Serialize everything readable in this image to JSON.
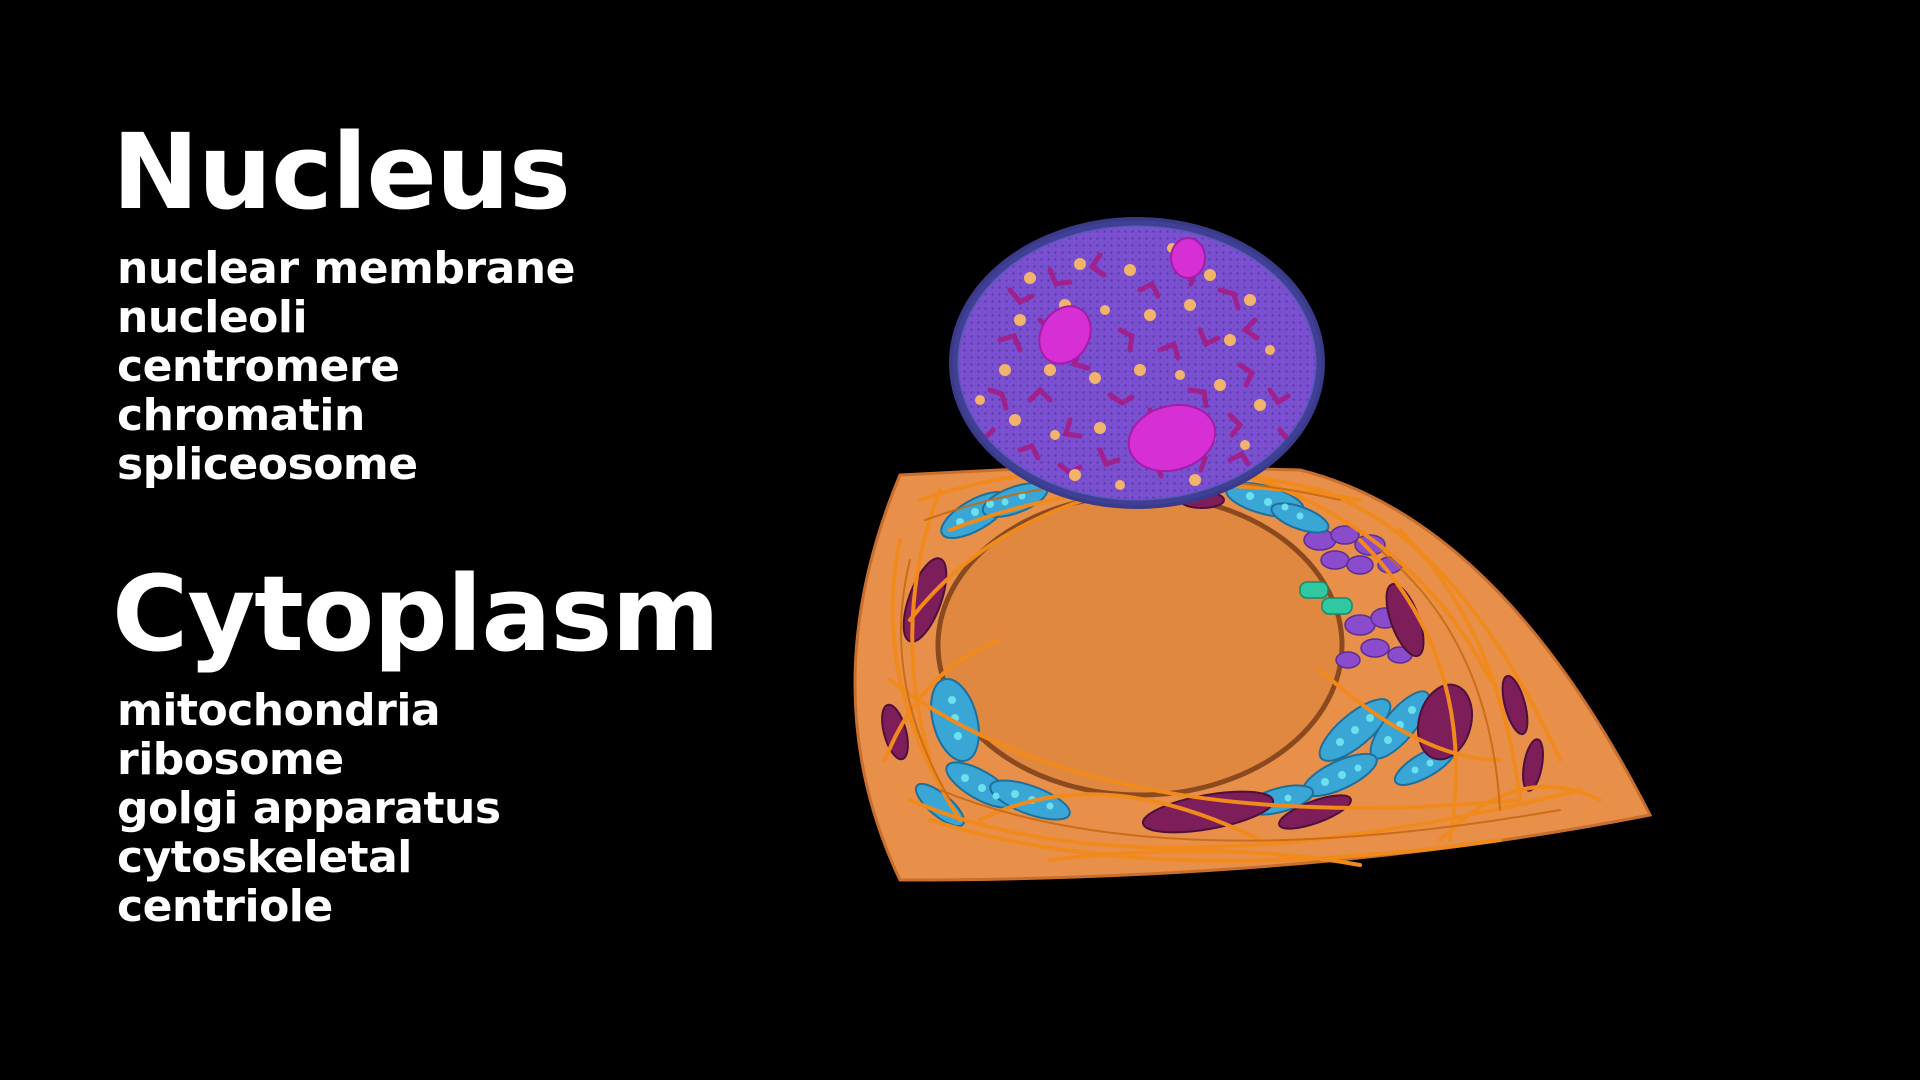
{
  "nucleus": {
    "heading": "Nucleus",
    "items": [
      "nuclear membrane",
      "nucleoli",
      "centromere",
      "chromatin",
      "spliceosome"
    ]
  },
  "cytoplasm": {
    "heading": "Cytoplasm",
    "items": [
      "mitochondria",
      "ribosome",
      "golgi apparatus",
      "cytoskeletal",
      "centriole"
    ]
  },
  "colors": {
    "background": "#000000",
    "text": "#ffffff",
    "cytoplasm": "#e8904a",
    "cytoskeleton": "#f08a1c",
    "nucleus_fill": "#7a4fd0",
    "nucleus_rim": "#4f4fb0",
    "nucleoli": "#d62fd6",
    "chromatin": "#a0208c",
    "spliceosome_dots": "#f2b46a",
    "mitochondria": "#7d1e5a",
    "er_ribosome": "#3aa6d6",
    "golgi": "#8a4ccc",
    "centriole": "#2fc8a0"
  }
}
